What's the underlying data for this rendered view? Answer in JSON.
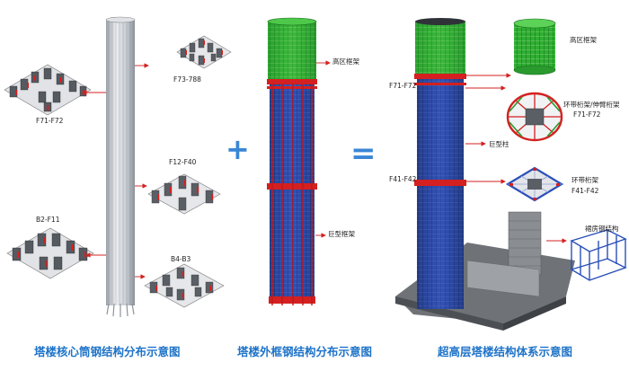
{
  "core_section": {
    "caption": "塔楼核心筒钢结构分布示意图",
    "labels": {
      "f73_788": "F73-788",
      "f71_f72": "F71-F72",
      "f12_f40": "F12-F40",
      "b2_f11": "B2-F11",
      "b4_b3": "B4-B3"
    }
  },
  "operator_plus": "+",
  "frame_section": {
    "caption": "塔楼外框钢结构分布示意图",
    "labels": {
      "high_zone_frame": "高区框架",
      "mega_frame": "巨型框架"
    }
  },
  "operator_equals": "=",
  "system_section": {
    "caption": "超高层塔楼结构体系示意图",
    "labels": {
      "f71_f72": "F71-F72",
      "f41_f42": "F41-F42",
      "high_zone_frame": "高区框架",
      "belt_truss_outrigger": "环带桁架/伸臂桁架",
      "belt_truss_f71": "F71-F72",
      "mega_column": "巨型柱",
      "belt_truss": "环带桁架",
      "belt_truss_f41": "F41-F42",
      "podium_steel": "裙房钢结构"
    }
  },
  "colors": {
    "caption_blue": "#1e73c8",
    "operator_blue": "#3a86d6",
    "callout_red": "#d42020",
    "frame_blue": "#2a4fb8",
    "frame_green": "#2fb82f",
    "core_grey": "#c8ccd2"
  }
}
